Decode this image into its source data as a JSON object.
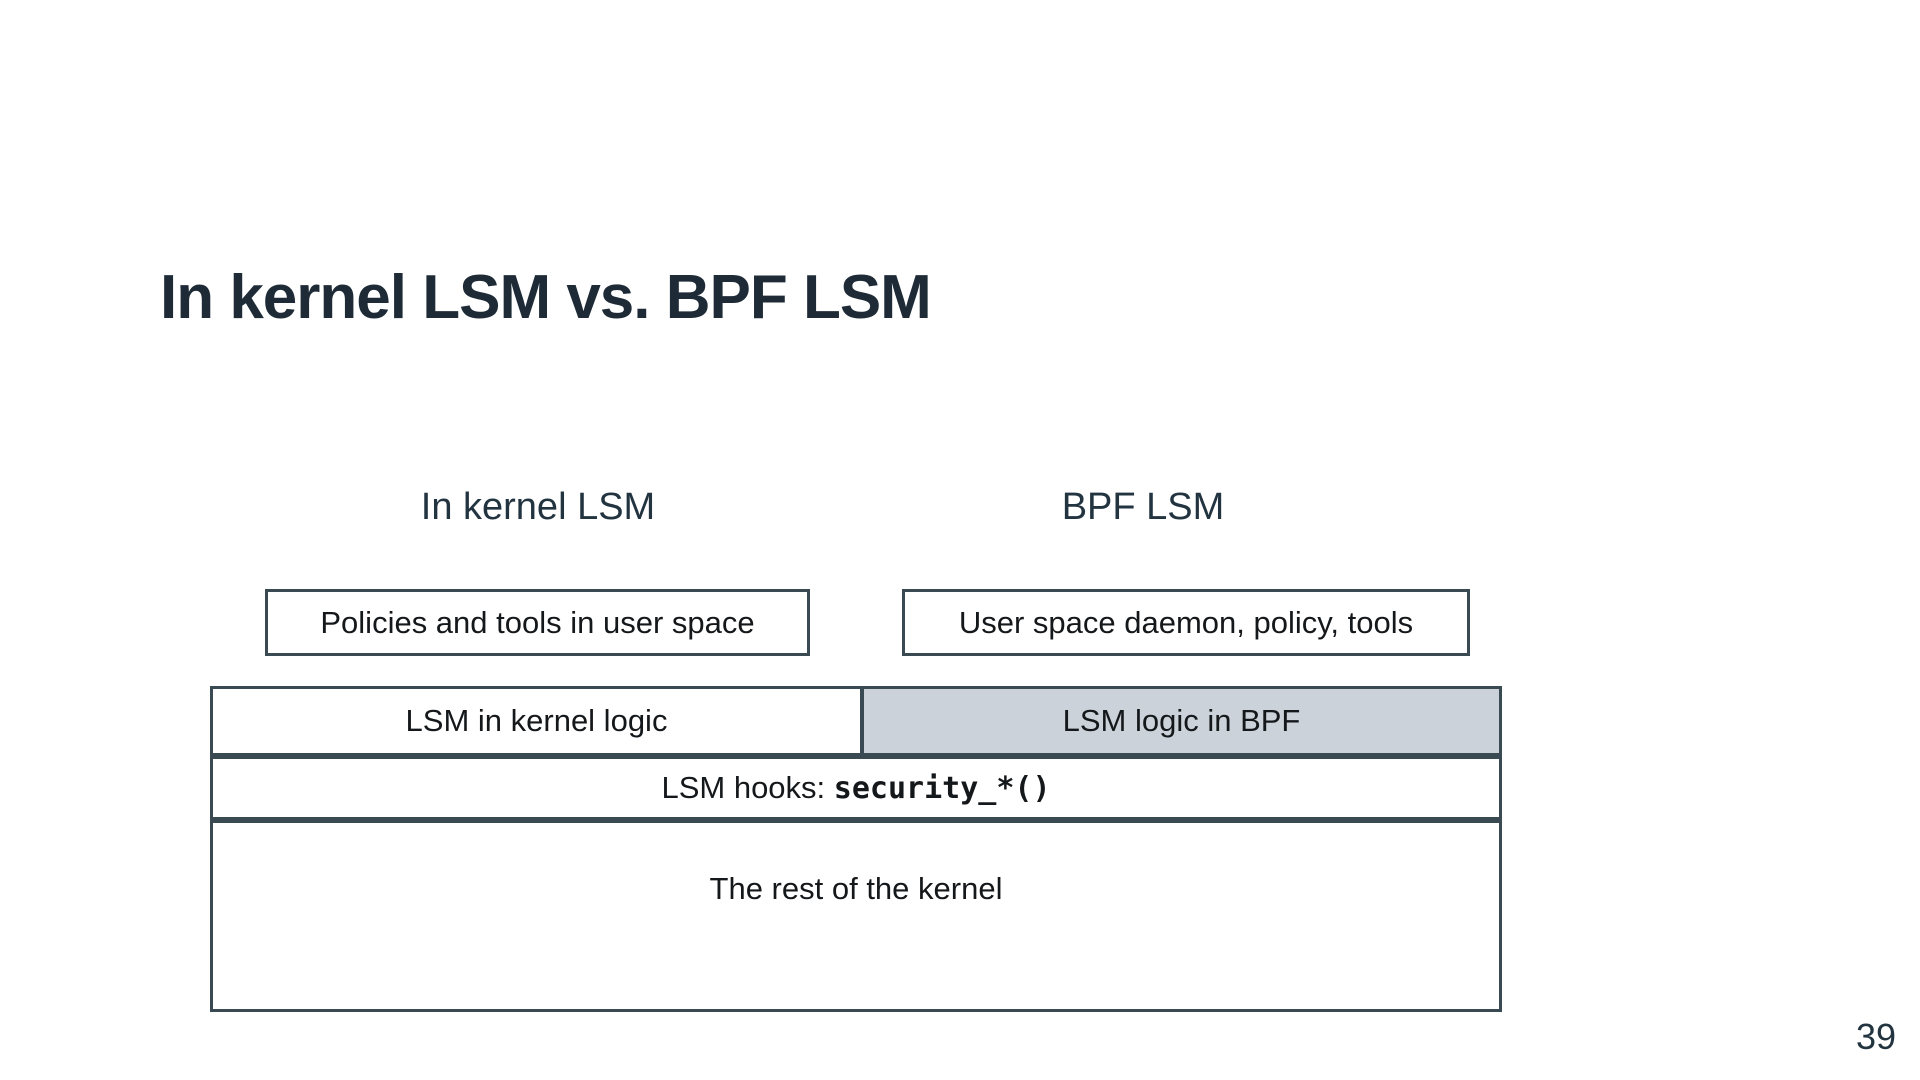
{
  "slide": {
    "title": "In kernel LSM vs. BPF LSM",
    "page_number": "39"
  },
  "columns": {
    "left": {
      "header": "In kernel LSM",
      "userspace_box": "Policies and tools in user space"
    },
    "right": {
      "header": "BPF LSM",
      "userspace_box": "User space daemon, policy, tools"
    }
  },
  "kernel_stack": {
    "lsm_logic_left": "LSM in kernel logic",
    "lsm_logic_right": "LSM logic in BPF",
    "hooks_prefix": "LSM hooks: ",
    "hooks_code": "security_*()",
    "rest_of_kernel": "The rest of the kernel"
  },
  "colors": {
    "background": "#ffffff",
    "title_text": "#1e2b37",
    "heading_text": "#233441",
    "body_text": "#15181b",
    "border": "#3a4a53",
    "bpf_cell_fill": "#cbd2d9"
  }
}
